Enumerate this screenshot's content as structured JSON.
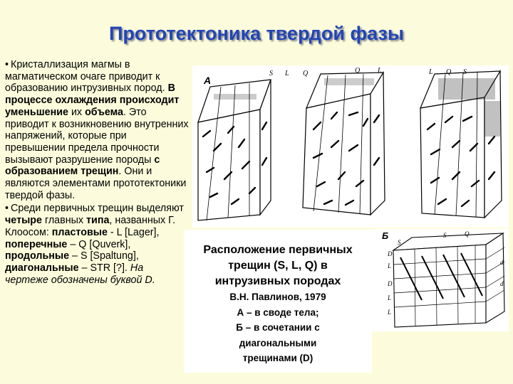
{
  "title": "Прототектоника твердой фазы",
  "body": {
    "p1_bullet": "•",
    "p1_a": "Кристаллизация магмы в магматическом очаге приводит к образованию интрузивных пород. ",
    "p1_b": "В процессе охлаждения происходит уменьшение",
    "p1_c": " их ",
    "p1_d": "объема",
    "p1_e": ". Это приводит к возникновению внутренних напряжений, которые при превышении предела прочности вызывают разрушение породы ",
    "p1_f": "с образованием трещин",
    "p1_g": ". Они и являются элементами прототектоники твердой фазы.",
    "p2_bullet": "•",
    "p2_a": "Среди первичных трещин выделяют ",
    "p2_b": "четыре",
    "p2_c": " главных ",
    "p2_d": "типа",
    "p2_e": ", названных Г. Клоосом: ",
    "p2_f": "пластовые",
    "p2_g": " - L [Lager], ",
    "p2_h": "поперечные",
    "p2_i": " – Q [Quverk], ",
    "p2_j": "продольные",
    "p2_k": " – S [Spaltung], ",
    "p2_l": "диагональные",
    "p2_m": " – STR [?]. ",
    "p2_n": "На чертеже обозначены буквой D."
  },
  "figure_a": {
    "letter": "А",
    "labels_block1": [
      "S",
      "L",
      "Q"
    ],
    "labels_block2": [
      "Q",
      "L"
    ],
    "labels_block3": [
      "L",
      "Q",
      "S"
    ]
  },
  "figure_b": {
    "letter": "Б",
    "labels": [
      "S",
      "D",
      "L",
      "D",
      "L",
      "L",
      "S",
      "Q",
      "d",
      "d"
    ]
  },
  "caption": {
    "line1": "Расположение первичных",
    "line2": "трещин (S, L, Q) в",
    "line3": "интрузивных породах",
    "line4": "В.Н. Павлинов, 1979",
    "line5": "А – в своде тела;",
    "line6": "Б – в сочетании с",
    "line7": "диагональными",
    "line8": "трещинами (D)"
  },
  "colors": {
    "background": "#fcfcdc",
    "title": "#2244b8",
    "title_shadow": "#8a8a8a"
  }
}
